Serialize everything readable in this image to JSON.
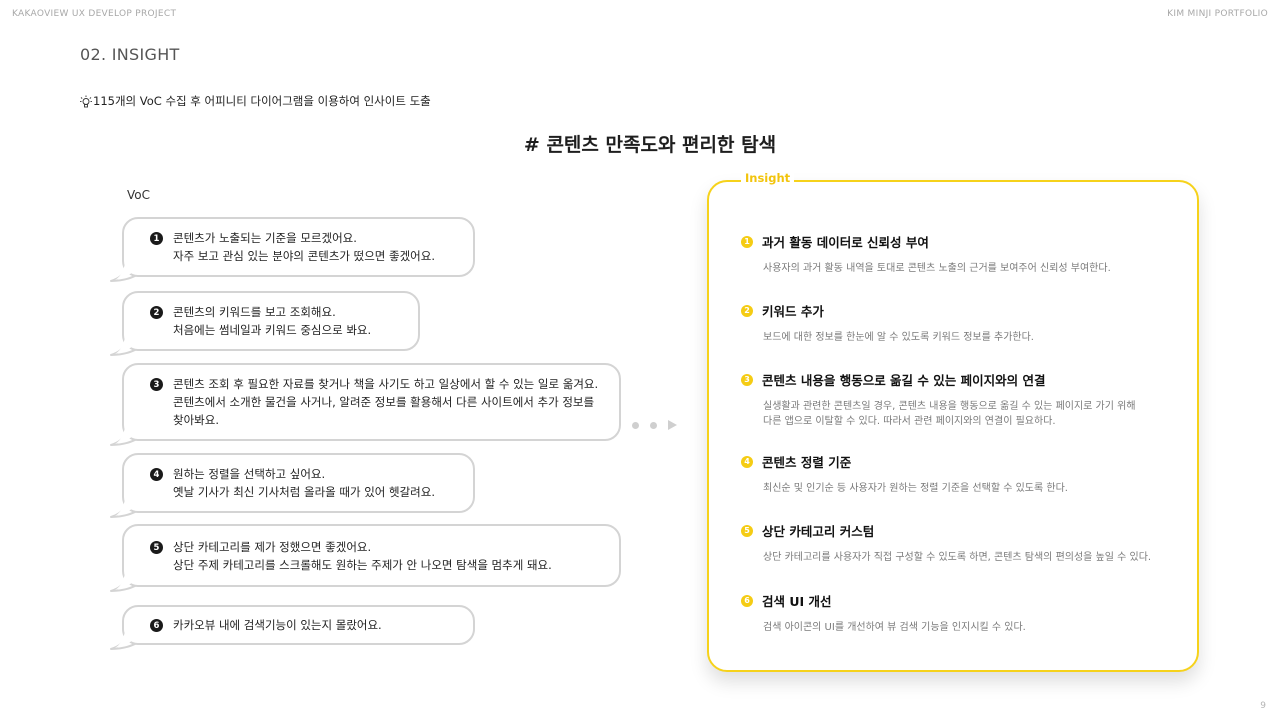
{
  "header": {
    "project": "KAKAOVIEW UX DEVELOP PROJECT",
    "author": "KIM MINJI PORTFOLIO"
  },
  "section_title": "02. INSIGHT",
  "intro": {
    "icon": "lightbulb-icon",
    "text": "115개의 VoC 수집 후 어피니티 다이어그램을 이용하여 인사이트 도출"
  },
  "headline": "# 콘텐츠 만족도와 편리한 탐색",
  "voc": {
    "label": "VoC",
    "items": [
      {
        "num": "1",
        "lines": [
          "콘텐츠가 노출되는 기준을 모르겠어요.",
          "자주 보고 관심 있는 분야의 콘텐츠가 떴으면 좋겠어요."
        ]
      },
      {
        "num": "2",
        "lines": [
          "콘텐츠의 키워드를 보고 조회해요.",
          "처음에는 썸네일과 키워드 중심으로 봐요."
        ]
      },
      {
        "num": "3",
        "lines": [
          "콘텐츠 조회 후 필요한 자료를 찾거나 책을 사기도 하고 일상에서 할 수 있는 일로 옮겨요.",
          "콘텐츠에서 소개한 물건을 사거나, 알려준 정보를 활용해서 다른 사이트에서 추가 정보를",
          "찾아봐요."
        ]
      },
      {
        "num": "4",
        "lines": [
          "원하는 정렬을 선택하고 싶어요.",
          "옛날 기사가 최신 기사처럼 올라올 때가 있어 헷갈려요."
        ]
      },
      {
        "num": "5",
        "lines": [
          "상단 카테고리를 제가 정했으면 좋겠어요.",
          "상단 주제 카테고리를 스크롤해도 원하는 주제가 안 나오면 탐색을 멈추게 돼요."
        ]
      },
      {
        "num": "6",
        "lines": [
          "카카오뷰 내에 검색기능이 있는지 몰랐어요."
        ]
      }
    ]
  },
  "insight": {
    "label": "Insight",
    "accent_color": "#f6d21b",
    "items": [
      {
        "num": "1",
        "title": "과거 활동 데이터로 신뢰성 부여",
        "desc": [
          "사용자의 과거 활동 내역을 토대로 콘텐츠 노출의 근거를 보여주어 신뢰성 부여한다."
        ]
      },
      {
        "num": "2",
        "title": "키워드 추가",
        "desc": [
          "보드에 대한 정보를 한눈에 알 수 있도록 키워드 정보를 추가한다."
        ]
      },
      {
        "num": "3",
        "title": "콘텐츠 내용을 행동으로 옮길 수 있는 페이지와의 연결",
        "desc": [
          "실생활과 관련한 콘텐츠일 경우,  콘텐츠 내용을 행동으로 옮길 수 있는 페이지로 가기 위해",
          "다른 앱으로 이탈할 수 있다. 따라서 관련 페이지와의 연결이 필요하다."
        ]
      },
      {
        "num": "4",
        "title": "콘텐츠 정렬 기준",
        "desc": [
          "최신순 및 인기순 등 사용자가 원하는 정렬 기준을 선택할 수 있도록 한다."
        ]
      },
      {
        "num": "5",
        "title": "상단 카테고리 커스텀",
        "desc": [
          "상단 카테고리를 사용자가 직접 구성할 수 있도록 하면, 콘텐츠 탐색의 편의성을 높일 수 있다."
        ]
      },
      {
        "num": "6",
        "title": "검색 UI 개선",
        "desc": [
          "검색 아이콘의 UI를 개선하여 뷰 검색 기능을 인지시킬 수 있다."
        ]
      }
    ]
  },
  "page_number": "9"
}
